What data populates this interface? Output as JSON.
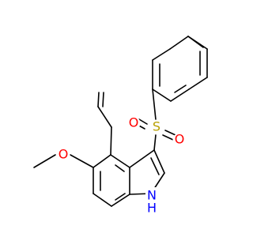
{
  "molecule": {
    "atoms": [
      {
        "id": "o_sulfonyl_left",
        "symbol": "O",
        "color": "#ff0000"
      },
      {
        "id": "s_sulfonyl",
        "symbol": "S",
        "color": "#b8a000"
      },
      {
        "id": "o_sulfonyl_right",
        "symbol": "O",
        "color": "#ff0000"
      },
      {
        "id": "o_methoxy",
        "symbol": "O",
        "color": "#ff0000"
      },
      {
        "id": "n_indole",
        "symbol": "N",
        "color": "#0000ff"
      },
      {
        "id": "h_indole",
        "symbol": "H",
        "color": "#0000ff"
      }
    ]
  }
}
